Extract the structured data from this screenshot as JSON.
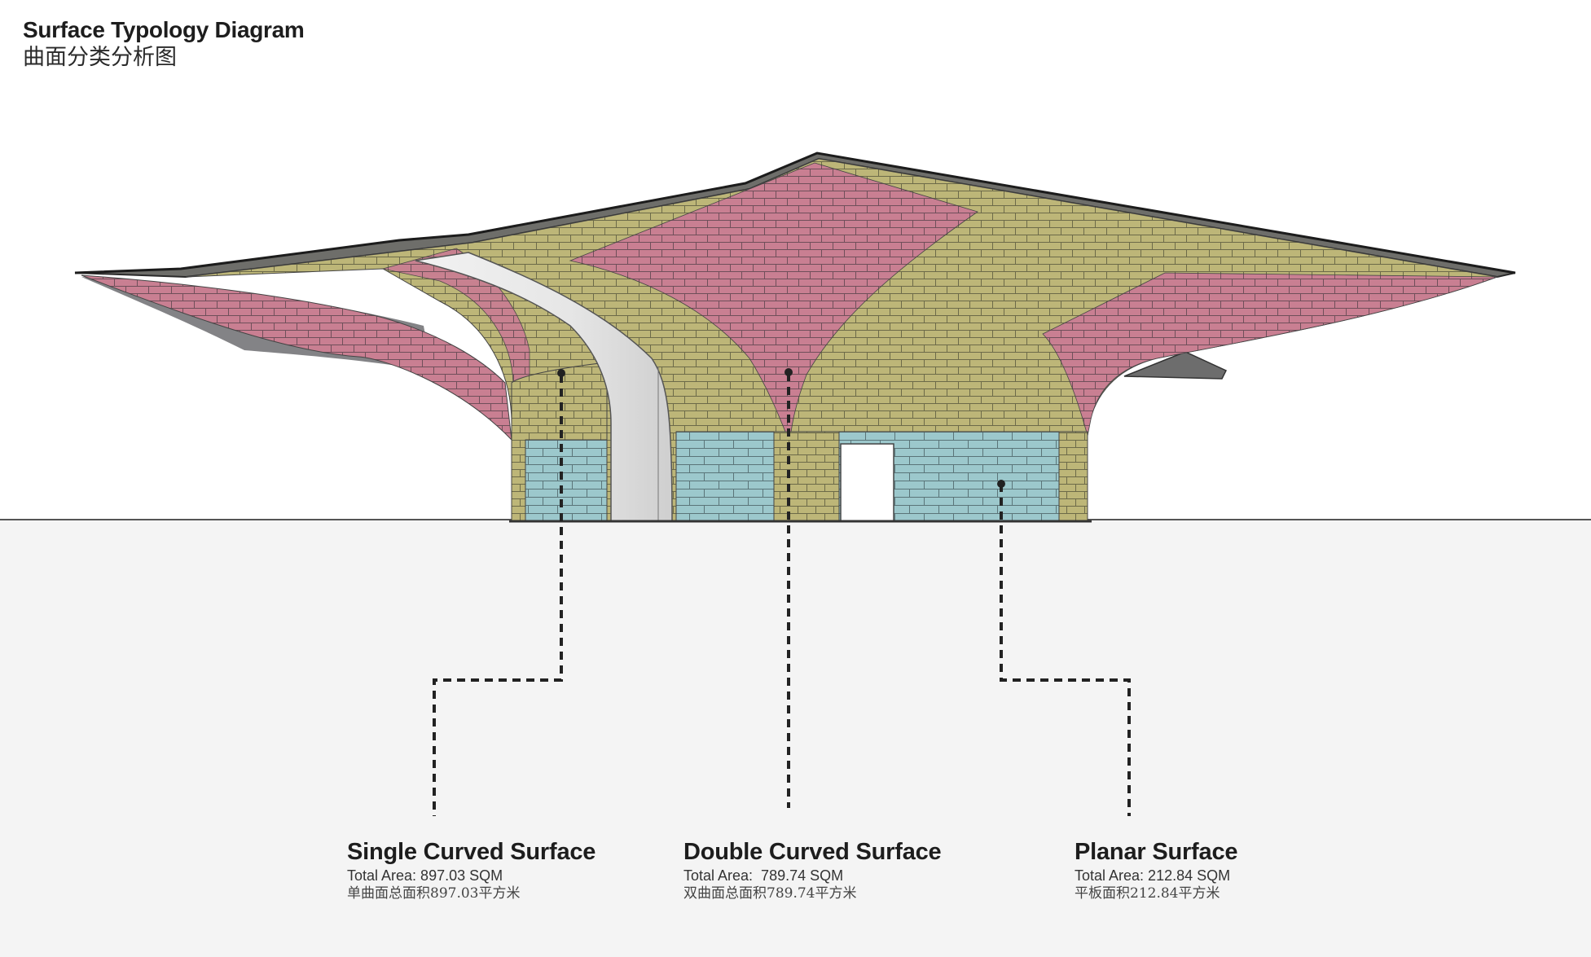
{
  "title": {
    "en": "Surface Typology Diagram",
    "zh": "曲面分类分析图"
  },
  "colors": {
    "single_curved": "#c97f92",
    "double_curved": "#bdb678",
    "planar": "#9cc8cc",
    "roof_edge": "#6e6e6a",
    "leader_line": "#222222"
  },
  "labels": [
    {
      "id": "single-curved-surface",
      "name": "Single Curved Surface",
      "area_en": "Total Area: 897.03 SQM",
      "area_zh": "单曲面总面积897.03平方米",
      "area_value": 897.03
    },
    {
      "id": "double-curved-surface",
      "name": "Double Curved Surface",
      "area_en": "Total Area:  789.74 SQM",
      "area_zh": "双曲面总面积789.74平方米",
      "area_value": 789.74
    },
    {
      "id": "planar-surface",
      "name": "Planar Surface",
      "area_en": "Total Area: 212.84 SQM",
      "area_zh": "平板面积212.84平方米",
      "area_value": 212.84
    }
  ]
}
